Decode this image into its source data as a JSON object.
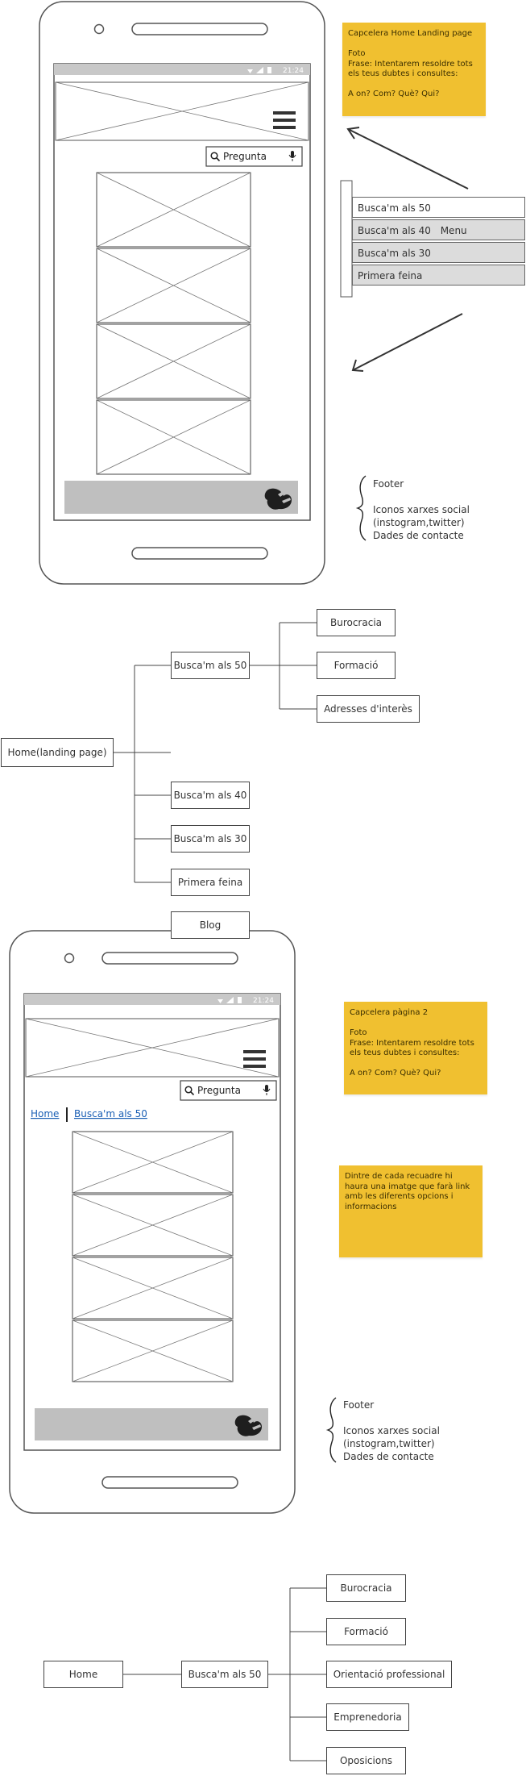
{
  "wireframe_1": {
    "status_time": "21:24",
    "search_placeholder": "Pregunta"
  },
  "note_home": "Capcelera Home Landing page\n\nFoto\nFrase: Intentarem resoldre tots els teus dubtes i consultes:\n\nA on? Com? Què? Qui?",
  "submenu": {
    "items": [
      "Busca'm als 50",
      "Busca'm als 40",
      "Busca'm als 30",
      "Primera feina"
    ],
    "annotation": "Menu desplegable"
  },
  "footer_annotation": {
    "title": "Footer",
    "body": "Iconos xarxes social\n(instogram,twitter)\nDades de contacte"
  },
  "sitemap_1": {
    "root": "Home(landing page)",
    "children": [
      "Busca'm als 50",
      "Busca'm als 40",
      "Busca'm als 30",
      "Primera feina",
      "Blog"
    ],
    "grandchildren": [
      "Burocracia",
      "Formació",
      "Adresses d'interès"
    ]
  },
  "wireframe_2": {
    "status_time": "21:24",
    "search_placeholder": "Pregunta",
    "breadcrumb_home": "Home",
    "breadcrumb_current": "Busca'm als 50"
  },
  "note_page2": "Capcelera pàgina 2\n\nFoto\nFrase: Intentarem resoldre tots els teus dubtes i consultes:\n\nA on? Com? Què? Qui?",
  "note_boxes": "Dintre de cada recuadre hi haura una imatge que farà link amb les diferents opcions i informacions",
  "footer_annotation_2": {
    "title": "Footer",
    "body": "Iconos xarxes social\n(instogram,twitter)\nDades de contacte"
  },
  "sitemap_2": {
    "root": "Home",
    "child": "Busca'm als 50",
    "grandchildren": [
      "Burocracia",
      "Formació",
      "Orientació professional",
      "Emprenedoria",
      "Oposicions"
    ]
  },
  "colors": {
    "note": "#f0c030",
    "status_bar": "#c8c8c8",
    "footer_bar": "#bfbfbf",
    "submenu_row": "#dcdcdc",
    "link": "#1a5fb4"
  },
  "icons": [
    "search-icon",
    "mic-icon",
    "hamburger-menu-icon",
    "sign-language-icon",
    "wifi-icon",
    "signal-icon",
    "battery-icon"
  ]
}
